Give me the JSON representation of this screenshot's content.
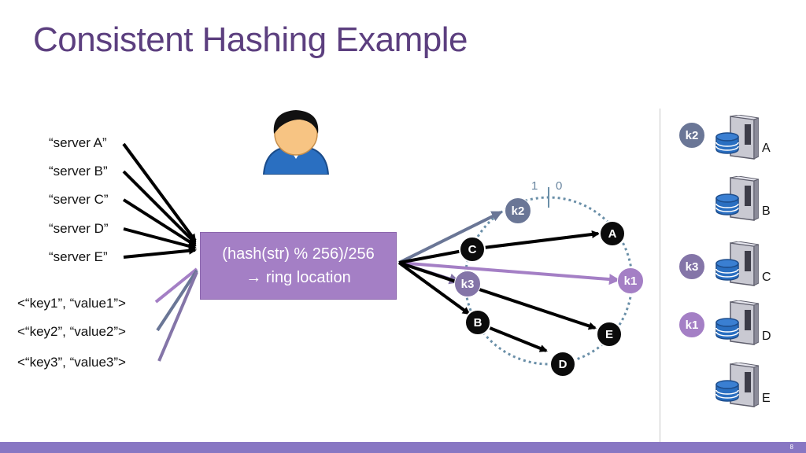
{
  "slide": {
    "title": "Consistent Hashing Example",
    "page_number": "8"
  },
  "inputs": {
    "servers": [
      "“server A”",
      "“server B”",
      "“server C”",
      "“server D”",
      "“server E”"
    ],
    "keys": [
      "<“key1”, “value1”>",
      "<“key2”, “value2”>",
      "<“key3”, “value3”>"
    ]
  },
  "hash_box": {
    "line1": "(hash(str) % 256)/256",
    "line2": "→ ring location"
  },
  "ring": {
    "tick_left": "1",
    "tick_right": "0",
    "nodes": {
      "k2": "k2",
      "a": "A",
      "c": "C",
      "k3": "k3",
      "k1": "k1",
      "b": "B",
      "e": "E",
      "d": "D"
    }
  },
  "assignment": {
    "servers": [
      {
        "name": "A",
        "key": "k2"
      },
      {
        "name": "B",
        "key": ""
      },
      {
        "name": "C",
        "key": "k3"
      },
      {
        "name": "D",
        "key": "k1"
      },
      {
        "name": "E",
        "key": ""
      }
    ]
  },
  "colors": {
    "title": "#5c3f7f",
    "hash_box": "#a47fc5",
    "k1": "#a47fc5",
    "k2": "#6a7696",
    "k3": "#8475a8",
    "ring_dots": "#6a8fa8",
    "footer": "#8877c3"
  },
  "icons": {
    "user": "user-avatar-icon",
    "server": "database-server-icon"
  }
}
